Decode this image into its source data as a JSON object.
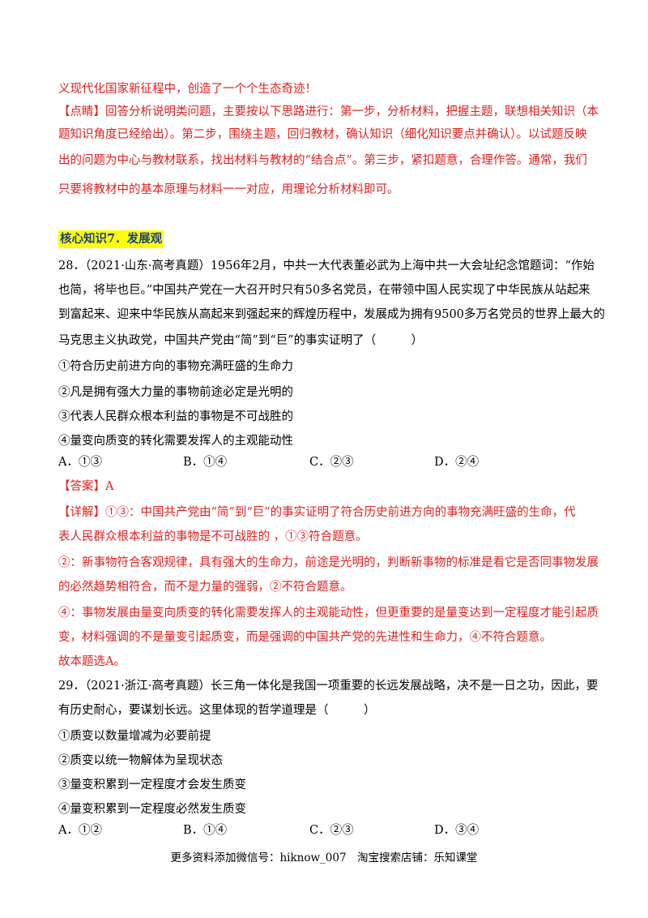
{
  "top_section": {
    "lines": [
      "义现代化国家新征程中，创造了一个个生态奇迹！",
      "【点睛】回答分析说明类问题，主要按以下思路进行：第一步，分析材料，把握主题，联想相关知识（本",
      "题知识角度已经给出）。第二步，围绕主题，回归教材，确认知识（细化知识要点并确认）。以试题反映",
      "出的问题为中心与教材联系，找出材料与教材的“结合点”。第三步，紧扣题意，合理作答。通常，我们",
      "只要将教材中的基本原理与材料一一对应，用理论分析材料即可。"
    ]
  },
  "section_heading": "核心知识7．发展观",
  "q28": {
    "stem_lines": [
      "28．（2021·山东·高考真题）1956年2月，中共一大代表董必武为上海中共一大会址纪念馆题词：“作始",
      "也简，将毕也巨。”中国共产党在一大召开时只有50多名党员，在带领中国人民实现了中华民族从站起来",
      "到富起来、迎来中华民族从高起来到强起来的辉煌历程中，发展成为拥有9500多万名党员的世界上最大的",
      "马克思主义执政党，中国共产党由“简”到“巨”的事实证明了（　　　）"
    ],
    "statements": [
      "①符合历史前进方向的事物充满旺盛的生命力",
      "②凡是拥有强大力量的事物前途必定是光明的",
      "③代表人民群众根本利益的事物是不可战胜的",
      "④量变向质变的转化需要发挥人的主观能动性"
    ],
    "options": [
      "A．①③",
      "B．①④",
      "C．②③",
      "D．②④"
    ],
    "answer": "【答案】A",
    "explanation_lines": [
      "【详解】①③：中国共产党由“简”到“巨”的事实证明了符合历史前进方向的事物充满旺盛的生命，代",
      "表人民群众根本利益的事物是不可战胜的 ，①③符合题意。",
      "②：新事物符合客观规律，具有强大的生命力，前途是光明的，判断新事物的标准是看它是否同事物发展",
      "的必然趋势相符合，而不是力量的强弱，②不符合题意。",
      "④：事物发展由量变向质变的转化需要发挥人的主观能动性，但更重要的是量变达到一定程度才能引起质",
      "变，材料强调的不是量变引起质变，而是强调的中国共产党的先进性和生命力，④不符合题意。"
    ],
    "conclusion": "故本题选A。"
  },
  "q29": {
    "stem_lines": [
      "29．（2021·浙江·高考真题）长三角一体化是我国一项重要的长远发展战略，决不是一日之功，因此，要",
      "有历史耐心，要谋划长远。这里体现的哲学道理是（　　　）"
    ],
    "statements": [
      "①质变以数量增减为必要前提",
      "②质变以统一物解体为呈现状态",
      "③量变积累到一定程度才会发生质变",
      "④量变积累到一定程度必然发生质变"
    ],
    "options": [
      "A．①②",
      "B．①④",
      "C．②③",
      "D．③④"
    ]
  },
  "footer": "更多资料添加微信号：hiknow_007　淘宝搜索店铺：乐知课堂",
  "colors": {
    "red_text": "#e0201f",
    "heading_bg": "#ffff00",
    "heading_text": "#1a3f8f"
  }
}
